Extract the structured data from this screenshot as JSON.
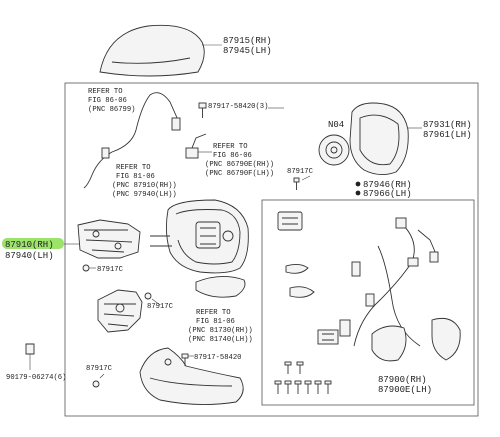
{
  "labels": {
    "cover_rh": "87915(RH)",
    "cover_lh": "87945(LH)",
    "refer_wire_1": "REFER TO",
    "refer_wire_2": "FIG 86-06",
    "refer_wire_3": "(PNC 86799)",
    "bolt_a": "87917-58420(3)",
    "refer_lamp_1": "REFER TO",
    "refer_lamp_2": "FIG 86-06",
    "refer_lamp_3": "(PNC 86790E(RH))",
    "refer_lamp_4": "(PNC 86790F(LH))",
    "refer_mirror_1": "REFER TO",
    "refer_mirror_2": "FIG 81-06",
    "refer_mirror_3": "(PNC 87910(RH))",
    "refer_mirror_4": "(PNC 97940(LH))",
    "n04": "N04",
    "glass_rh": "87931(RH)",
    "glass_lh": "87961(LH)",
    "screw_c1": "87917C",
    "motor_rh": "87946(RH)",
    "motor_lh": "87966(LH)",
    "assy_rh": "87910(RH)",
    "assy_lh": "87940(LH)",
    "screw_c2": "87917C",
    "screw_c3": "87917C",
    "refer_lamp2_1": "REFER TO",
    "refer_lamp2_2": "FIG 81-06",
    "refer_lamp2_3": "(PNC 81730(RH))",
    "refer_lamp2_4": "(PNC 81740(LH))",
    "bolt_b": "87917-58420",
    "screw_c4": "87917C",
    "clip": "90179-06274(6)",
    "harness_rh": "87900(RH)",
    "harness_lh": "87900E(LH)"
  },
  "colors": {
    "highlight": "#9be36a",
    "line": "#333333"
  }
}
